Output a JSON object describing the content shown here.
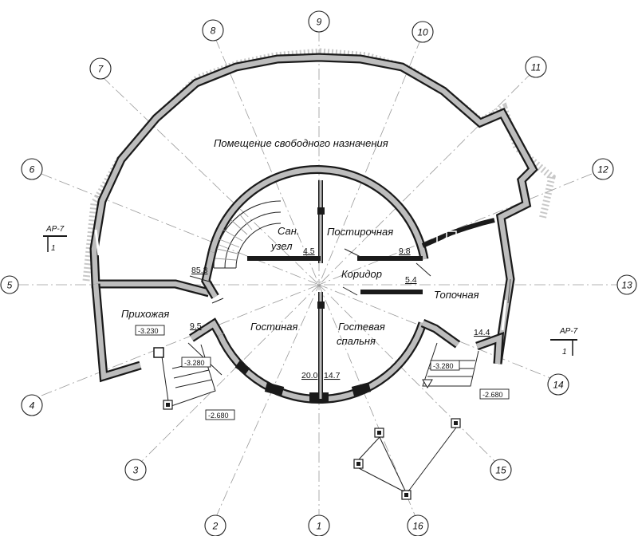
{
  "axes": [
    "1",
    "2",
    "3",
    "4",
    "5",
    "6",
    "7",
    "8",
    "9",
    "10",
    "11",
    "12",
    "13",
    "14",
    "15",
    "16"
  ],
  "rooms": {
    "free_room": "Помещение свободного назначения",
    "bathroom_line1": "Сан.",
    "bathroom_line2": "узел",
    "laundry": "Постирочная",
    "corridor": "Коридор",
    "boiler": "Топочная",
    "hall": "Прихожая",
    "living": "Гостиная",
    "guest": "Гостевая",
    "bedroom": "спальня"
  },
  "areas": {
    "free_room": "85.3",
    "bathroom": "4.5",
    "laundry": "9.8",
    "corridor": "5.4",
    "hall": "9.5",
    "living": "20.0",
    "guest": "14.7",
    "boiler": "14.4"
  },
  "levels": {
    "hall": "-3.230",
    "porch_left": "-3.280",
    "ground_left": "-2.680",
    "porch_right": "-3.280",
    "ground_right": "-2.680"
  },
  "sections": {
    "left_title": "АР-7",
    "left_number": "1",
    "right_title": "АР-7",
    "right_number": "1"
  },
  "colors": {
    "wall": "#1a1a1a",
    "wall_fill": "#bdbdbd",
    "axis": "#9a9a9a"
  }
}
